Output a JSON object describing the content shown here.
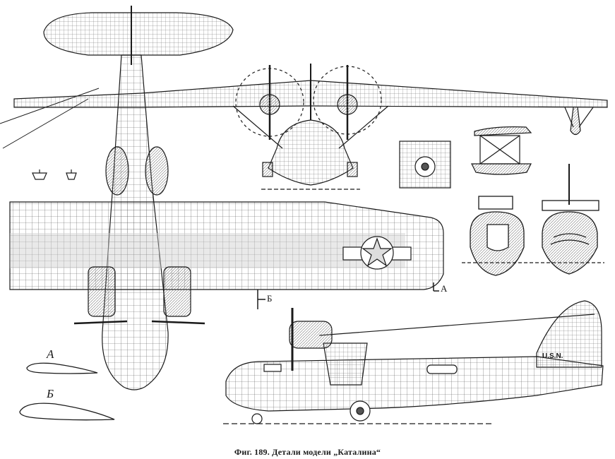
{
  "caption": "Фиг. 189. Детали модели „Каталина“",
  "labels": {
    "section_a_plan": "А",
    "section_b_plan": "Б",
    "section_a_profile": "А",
    "section_b_profile": "Б"
  },
  "markings": {
    "hull_text": "U.S.N."
  },
  "colors": {
    "ink": "#1a1a1a",
    "paper": "#ffffff",
    "hatch": "#9a9a9a"
  }
}
